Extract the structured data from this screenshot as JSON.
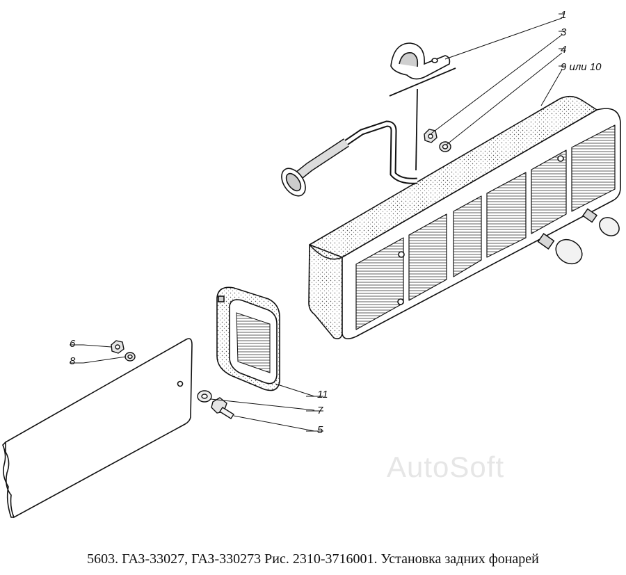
{
  "callouts": {
    "c1": "1",
    "c2": "3",
    "c3": "4",
    "c4": "9 или 10",
    "c5": "6",
    "c6": "8",
    "c7": "11",
    "c8": "7",
    "c9": "5"
  },
  "watermark": "AutoSoft",
  "caption": "5603. ГАЗ-33027, ГАЗ-330273 Рис. 2310-3716001. Установка задних фонарей"
}
